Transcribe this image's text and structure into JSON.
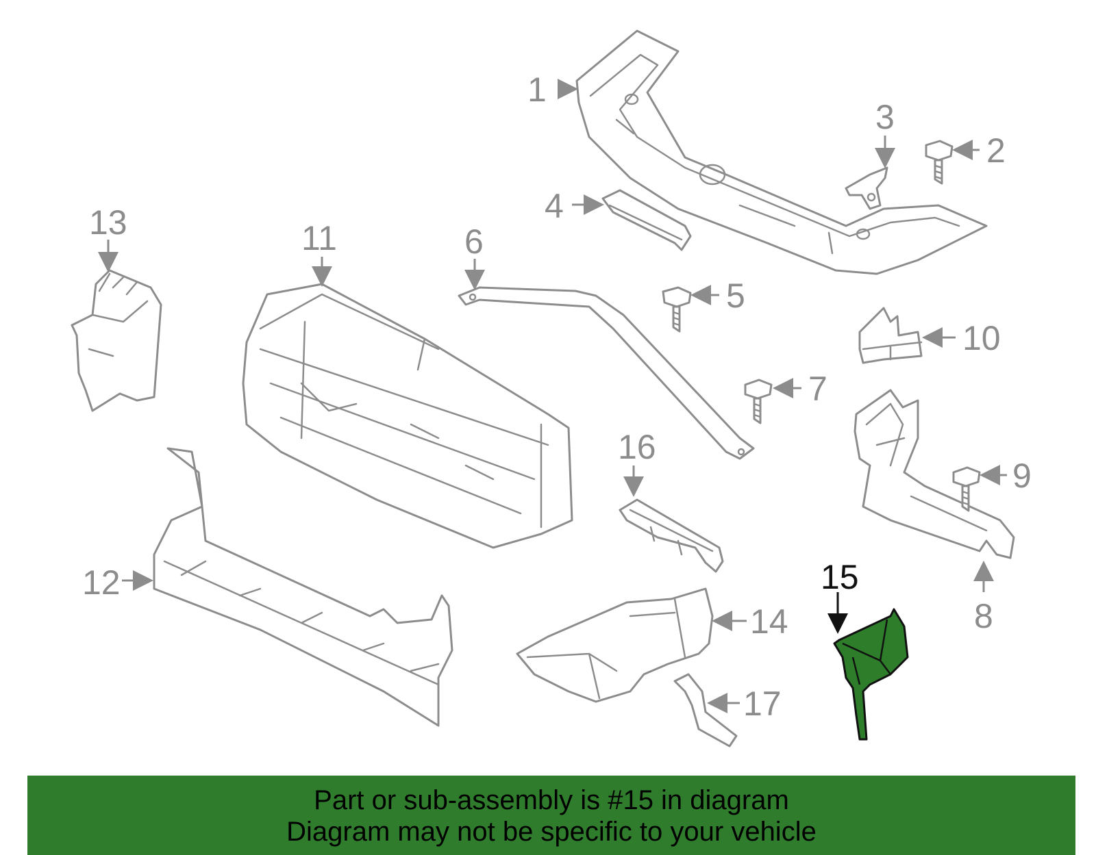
{
  "diagram": {
    "highlight_color": "#2f7d2c",
    "highlighted_part": "15",
    "callouts": [
      "1",
      "2",
      "3",
      "4",
      "5",
      "6",
      "7",
      "8",
      "9",
      "10",
      "11",
      "12",
      "13",
      "14",
      "15",
      "16",
      "17"
    ]
  },
  "banner": {
    "line1": "Part or sub-assembly is #15 in diagram",
    "line2": "Diagram may not be specific to your vehicle"
  }
}
